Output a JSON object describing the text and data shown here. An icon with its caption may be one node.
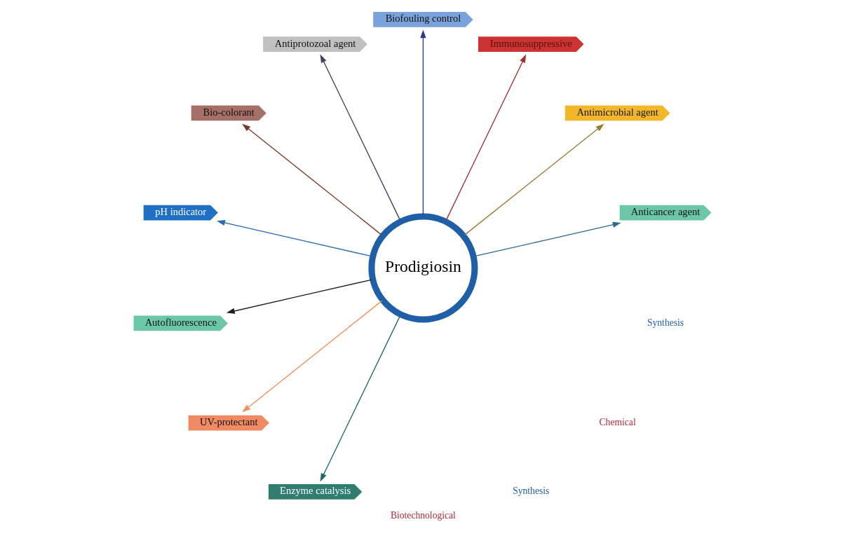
{
  "diagram": {
    "nodes": [
      {
        "text": [
          "Prodigiosin"
        ]
      },
      {
        "text": [
          "Anticancer agent"
        ]
      },
      {
        "text": [
          "Antimicrobial agent"
        ]
      },
      {
        "text": [
          "Immunosuppressive"
        ]
      },
      {
        "text": [
          "Biofouling control"
        ]
      },
      {
        "text": [
          "Antiprotozoal agent"
        ]
      },
      {
        "text": [
          "Bio-colorant"
        ]
      },
      {
        "text": [
          "pH indicator"
        ]
      },
      {
        "text": [
          "Autofluorescence"
        ]
      },
      {
        "text": [
          "UV-protectant"
        ]
      },
      {
        "text": [
          "Enzyme catalysis"
        ]
      }
    ],
    "edges": [
      {
        "from": 0,
        "to": 1,
        "arrow": "to",
        "color": "#2a6a8f"
      },
      {
        "from": 0,
        "to": 2,
        "arrow": "to",
        "color": "#9a7a30"
      },
      {
        "from": 0,
        "to": 3,
        "arrow": "to",
        "color": "#a03030"
      },
      {
        "from": 0,
        "to": 4,
        "arrow": "to",
        "color": "#303a8a"
      },
      {
        "from": 0,
        "to": 5,
        "arrow": "to",
        "color": "#404060"
      },
      {
        "from": 0,
        "to": 6,
        "arrow": "to",
        "color": "#7a3a2a"
      },
      {
        "from": 0,
        "to": 7,
        "arrow": "to",
        "color": "#2a6ab0"
      },
      {
        "from": 0,
        "to": 8,
        "arrow": "to",
        "color": "#202020"
      },
      {
        "from": 0,
        "to": 9,
        "arrow": "to",
        "color": "#f0905a"
      },
      {
        "from": 0,
        "to": 10,
        "arrow": "to",
        "color": "#1a6a60"
      }
    ],
    "labels": [
      "Biotechnological",
      "Synthesis",
      "Chemical",
      "Synthesis"
    ]
  }
}
